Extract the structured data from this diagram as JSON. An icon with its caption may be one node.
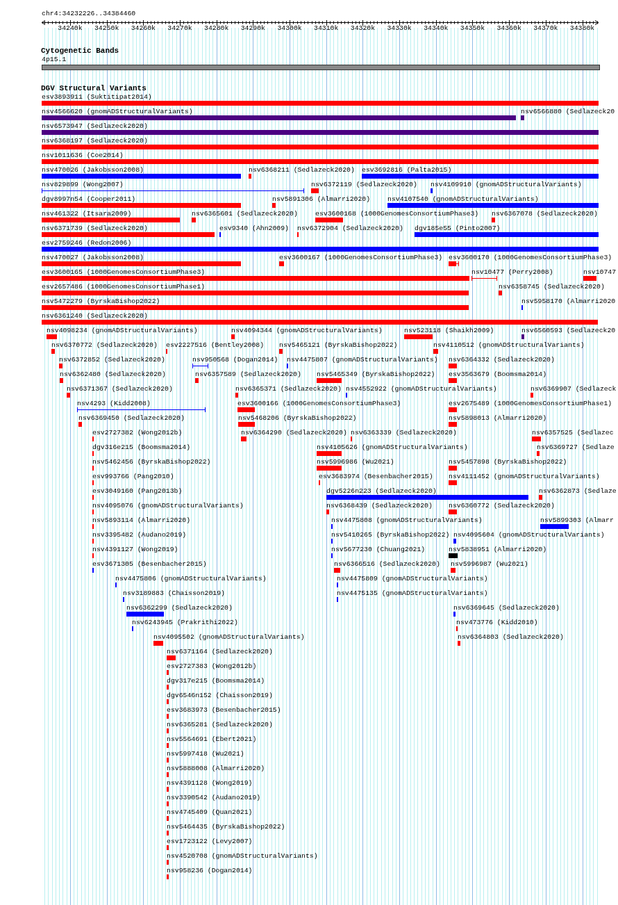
{
  "diagram": {
    "labels": [
      "chr4:34232226..34384460",
      "34240k",
      "34250k",
      "34260k",
      "34270k",
      "34280k",
      "34290k",
      "34300k",
      "34310k",
      "34320k",
      "34330k",
      "34340k",
      "34350k",
      "34360k",
      "34370k",
      "34380k",
      "Cytogenetic Bands",
      "4p15.1",
      "DGV Structural Variants",
      "esv3893911 (Suktitipat2014)",
      "nsv4566620 (gnomADStructuralVariants)",
      "nsv6566880 (Sedlazeck20",
      "nsv6573947 (Sedlazeck2020)",
      "nsv6368197 (Sedlazeck2020)",
      "nsv1011636 (Coe2014)",
      "nsv470026 (Jakobsson2008)",
      "nsv6368211 (Sedlazeck2020)",
      "esv3692816 (Palta2015)",
      "nsv829899 (Wong2007)",
      "nsv6372119 (Sedlazeck2020)",
      "nsv4109910 (gnomADStructuralVariants)",
      "dgv8997n54 (Cooper2011)",
      "nsv5891306 (Almarri2020)",
      "nsv4107540 (gnomADStructuralVariants)",
      "nsv461322 (Itsara2009)",
      "nsv6365601 (Sedlazeck2020)",
      "esv3600168 (1000GenomesConsortiumPhase3)",
      "nsv6367078 (Sedlazeck2020)",
      "nsv6371739 (Sedlazeck2020)",
      "esv9340 (Ahn2009)",
      "nsv6372904 (Sedlazeck2020)",
      "dgv185e55 (Pinto2007)",
      "esv2759246 (Redon2006)",
      "nsv470027 (Jakobsson2008)",
      "esv3600167 (1000GenomesConsortiumPhase3)",
      "esv3600170 (1000GenomesConsortiumPhase3)",
      "esv3600165 (1000GenomesConsortiumPhase3)",
      "nsv10477 (Perry2008)",
      "nsv10747",
      "esv2657486 (1000GenomesConsortiumPhase1)",
      "nsv6358745 (Sedlazeck2020)",
      "nsv5472279 (ByrskaBishop2022)",
      "nsv5958170 (Almarri2020",
      "nsv6361240 (Sedlazeck2020)",
      "nsv4098234 (gnomADStructuralVariants)",
      "nsv4094344 (gnomADStructuralVariants)",
      "nsv523118 (Shaikh2009)",
      "nsv6560593 (Sedlazeck20",
      "nsv6370772 (Sedlazeck2020)",
      "esv2227516 (Bentley2008)",
      "nsv5465121 (ByrskaBishop2022)",
      "nsv4110512 (gnomADStructuralVariants)",
      "nsv6372852 (Sedlazeck2020)",
      "nsv950568 (Dogan2014)",
      "nsv4475807 (gnomADStructuralVariants)",
      "nsv6364332 (Sedlazeck2020)",
      "nsv6362480 (Sedlazeck2020)",
      "nsv6357589 (Sedlazeck2020)",
      "nsv5465349 (ByrskaBishop2022)",
      "esv3563679 (Boomsma2014)",
      "nsv6371367 (Sedlazeck2020)",
      "nsv6365371 (Sedlazeck2020)",
      "nsv4552922 (gnomADStructuralVariants)",
      "nsv6369907 (Sedlazeck",
      "nsv4293 (Kidd2008)",
      "esv3600166 (1000GenomesConsortiumPhase3)",
      "esv2675489 (1000GenomesConsortiumPhase1)",
      "nsv6369450 (Sedlazeck2020)",
      "nsv5468206 (ByrskaBishop2022)",
      "nsv5898013 (Almarri2020)",
      "esv2727382 (Wong2012b)",
      "nsv6364290 (Sedlazeck2020)",
      "nsv6363339 (Sedlazeck2020)",
      "nsv6357525 (Sedlazec",
      "dgv316e215 (Boomsma2014)",
      "nsv4105626 (gnomADStructuralVariants)",
      "nsv6369727 (Sedlaze",
      "nsv5462456 (ByrskaBishop2022)",
      "nsv5996986 (Wu2021)",
      "nsv5457898 (ByrskaBishop2022)",
      "esv993766 (Pang2010)",
      "esv3683974 (Besenbacher2015)",
      "nsv4111452 (gnomADStructuralVariants)",
      "esv3049160 (Pang2013b)",
      "dgv5226n223 (Sedlazeck2020)",
      "nsv6362873 (Sedlaze",
      "nsv4095076 (gnomADStructuralVariants)",
      "nsv6368439 (Sedlazeck2020)",
      "nsv6360772 (Sedlazeck2020)",
      "nsv5893114 (Almarri2020)",
      "nsv4475808 (gnomADStructuralVariants)",
      "nsv5899303 (Almarr",
      "nsv3395482 (Audano2019)",
      "nsv5410265 (ByrskaBishop2022)",
      "nsv4095604 (gnomADStructuralVariants)",
      "nsv4391127 (Wong2019)",
      "nsv5677230 (Chuang2021)",
      "nsv5838951 (Almarri2020)",
      "esv3671305 (Besenbacher2015)",
      "nsv6366516 (Sedlazeck2020)",
      "nsv5996987 (Wu2021)",
      "nsv4475806 (gnomADStructuralVariants)",
      "nsv4475809 (gnomADStructuralVariants)",
      "nsv3189883 (Chaisson2019)",
      "nsv4475135 (gnomADStructuralVariants)",
      "nsv6362299 (Sedlazeck2020)",
      "nsv6369645 (Sedlazeck2020)",
      "nsv6243945 (Prakrithi2022)",
      "nsv473776 (Kidd2010)",
      "nsv4095502 (gnomADStructuralVariants)",
      "nsv6364803 (Sedlazeck2020)",
      "nsv6371164 (Sedlazeck2020)",
      "esv2727383 (Wong2012b)",
      "dgv317e215 (Boomsma2014)",
      "dgv6546n152 (Chaisson2019)",
      "esv3683973 (Besenbacher2015)",
      "nsv6365281 (Sedlazeck2020)",
      "nsv5564691 (Ebert2021)",
      "nsv5997418 (Wu2021)",
      "nsv5888008 (Almarri2020)",
      "nsv4391128 (Wong2019)",
      "nsv3390542 (Audano2019)",
      "nsv4745409 (Quan2021)",
      "nsv5464435 (ByrskaBishop2022)",
      "esv1723122 (Levy2007)",
      "nsv4520708 (gnomADStructuralVariants)",
      "nsv958236 (Dogan2014)"
    ]
  }
}
